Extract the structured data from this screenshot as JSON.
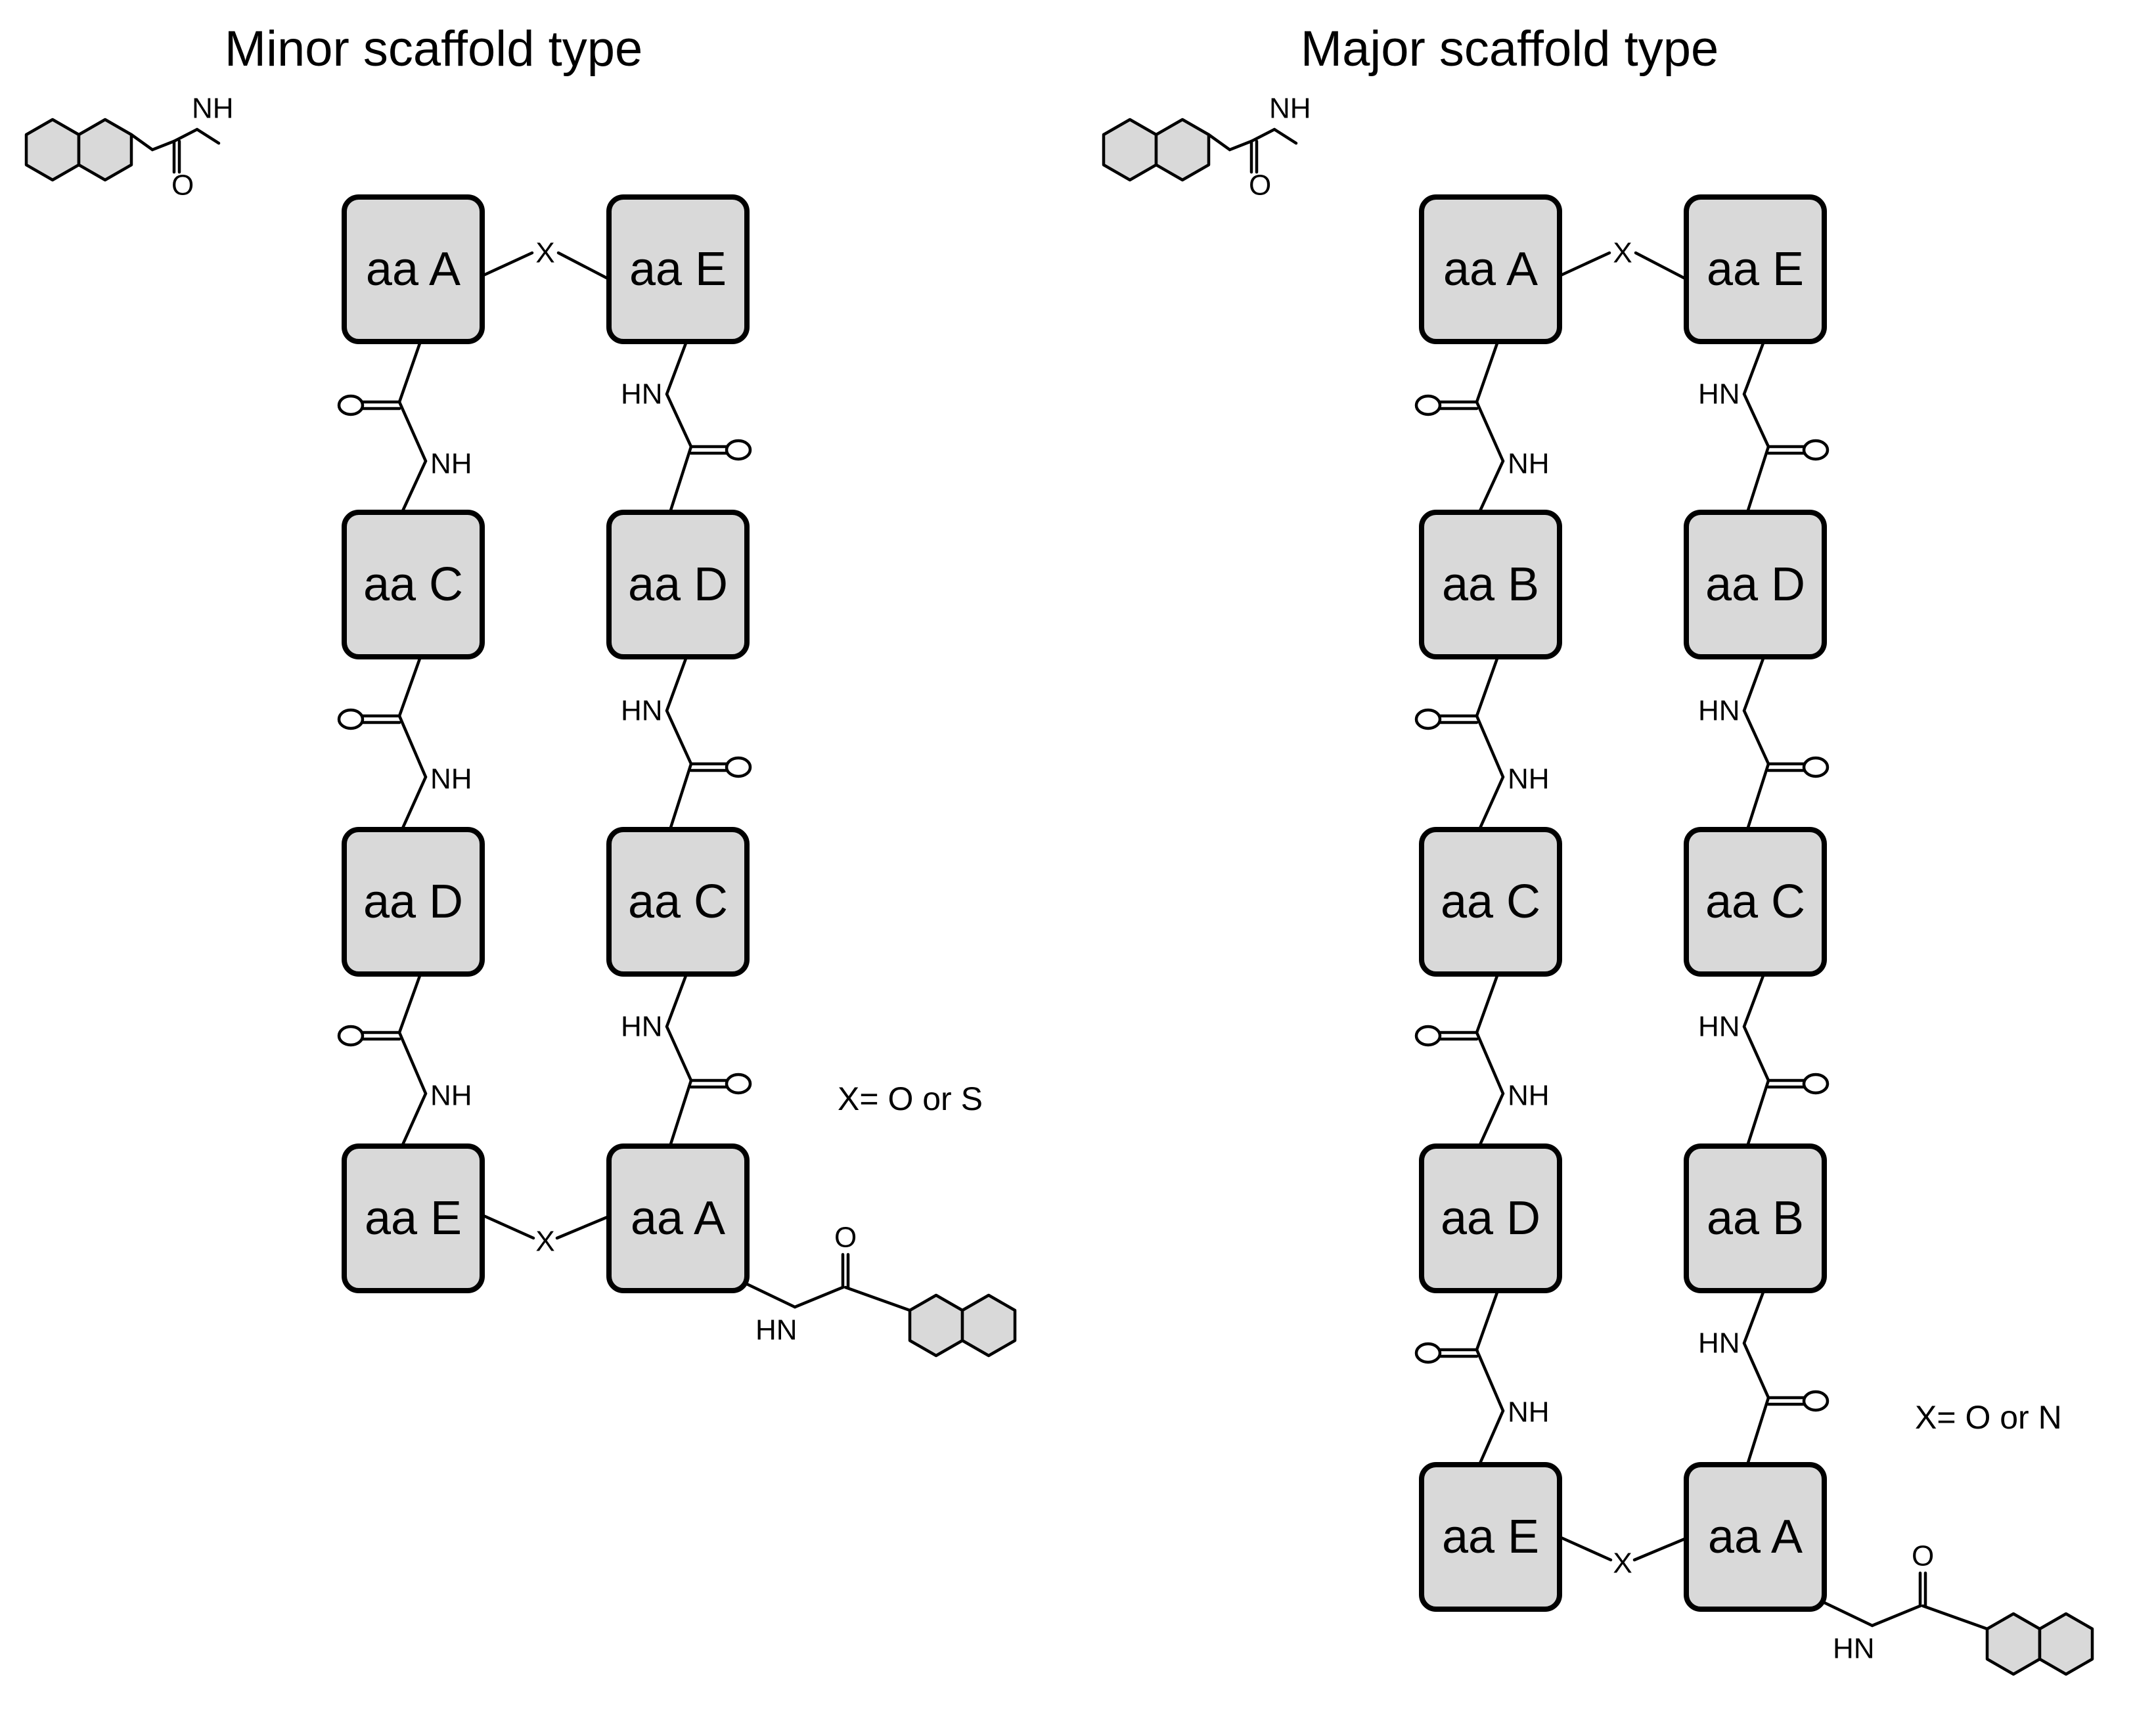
{
  "panels": [
    {
      "id": "minor",
      "title": "Minor scaffold type",
      "left_column": [
        "aa A",
        "aa C",
        "aa D",
        "aa E"
      ],
      "right_column": [
        "aa E",
        "aa D",
        "aa C",
        "aa A"
      ],
      "note": "X= O or S"
    },
    {
      "id": "major",
      "title": "Major scaffold type",
      "left_column": [
        "aa A",
        "aa B",
        "aa C",
        "aa D",
        "aa E"
      ],
      "right_column": [
        "aa E",
        "aa D",
        "aa C",
        "aa B",
        "aa A"
      ],
      "note": "X= O or N"
    }
  ],
  "atoms": {
    "nh": "NH",
    "hn": "HN",
    "o": "O",
    "x": "X"
  },
  "colors": {
    "box_fill": "#d9d9d9",
    "stroke": "#000000",
    "background": "#ffffff"
  }
}
